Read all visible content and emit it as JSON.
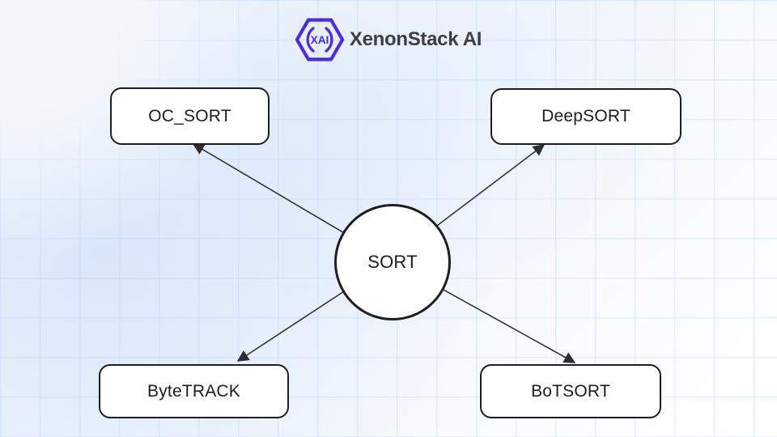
{
  "brand": {
    "name": "XenonStack AI",
    "logo_monogram": "XAI"
  },
  "diagram": {
    "center_node": {
      "label": "SORT"
    },
    "nodes": [
      {
        "label": "OC_SORT",
        "position": "top-left"
      },
      {
        "label": "DeepSORT",
        "position": "top-right"
      },
      {
        "label": "ByteTRACK",
        "position": "bottom-left"
      },
      {
        "label": "BoTSORT",
        "position": "bottom-right"
      }
    ],
    "edges": [
      {
        "from": "SORT",
        "to": "OC_SORT"
      },
      {
        "from": "SORT",
        "to": "DeepSORT"
      },
      {
        "from": "SORT",
        "to": "ByteTRACK"
      },
      {
        "from": "SORT",
        "to": "BoTSORT"
      }
    ]
  },
  "colors": {
    "accent": "#4b2be8",
    "brand_text": "#3b3e44",
    "node_border": "#1d1e20",
    "node_background": "#ffffff",
    "connector": "#333333",
    "grid_line": "#dce8fa"
  }
}
